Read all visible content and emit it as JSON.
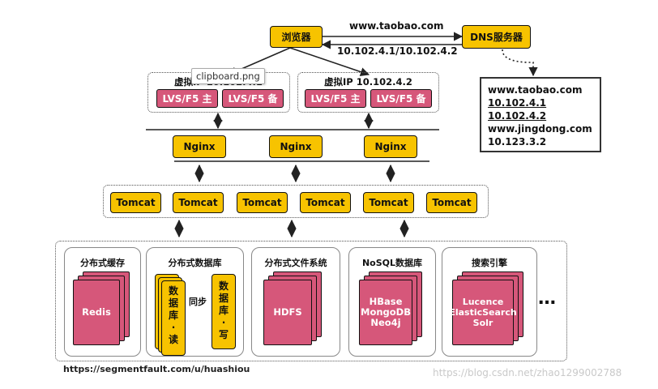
{
  "browser_label": "浏览器",
  "dns_server_label": "DNS服务器",
  "request_domain": "www.taobao.com",
  "response_ips": "10.102.4.1/10.102.4.2",
  "dns_records": [
    {
      "text": "www.taobao.com",
      "underline": false
    },
    {
      "text": "10.102.4.1",
      "underline": true
    },
    {
      "text": "10.102.4.2",
      "underline": true
    },
    {
      "text": "www.jingdong.com",
      "underline": false
    },
    {
      "text": "10.123.3.2",
      "underline": false
    }
  ],
  "tooltip": "clipboard.png",
  "vip_groups": [
    {
      "label": "虚拟IP 10.102.4.1",
      "master": "LVS/F5 主",
      "backup": "LVS/F5 备"
    },
    {
      "label": "虚拟IP 10.102.4.2",
      "master": "LVS/F5 主",
      "backup": "LVS/F5 备"
    }
  ],
  "nginx_nodes": [
    "Nginx",
    "Nginx",
    "Nginx"
  ],
  "tomcat_nodes": [
    "Tomcat",
    "Tomcat",
    "Tomcat",
    "Tomcat",
    "Tomcat",
    "Tomcat"
  ],
  "storage": {
    "cache": {
      "title": "分布式缓存",
      "content": "Redis"
    },
    "database": {
      "title": "分布式数据库",
      "read": "数据库·读",
      "sync": "同步",
      "write": "数据库·写"
    },
    "filesystem": {
      "title": "分布式文件系统",
      "content": "HDFS"
    },
    "nosql": {
      "title": "NoSQL数据库",
      "content": "HBase\nMongoDB\nNeo4j"
    },
    "search": {
      "title": "搜索引擎",
      "content": "Lucence\nElasticSearch\nSolr"
    }
  },
  "more_marker": "…",
  "source_url": "https://segmentfault.com/u/huashiou",
  "watermark": "https://blog.csdn.net/zhao1299002788",
  "colors": {
    "yellow": "#f7c300",
    "pink": "#d6577a",
    "outline": "#111111"
  }
}
